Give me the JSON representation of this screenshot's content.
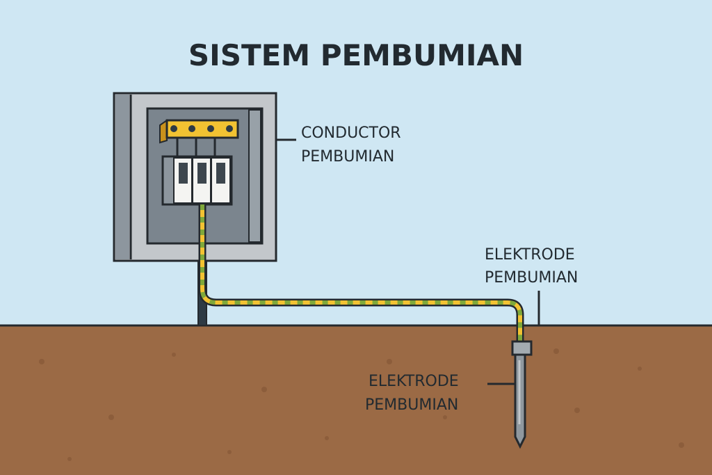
{
  "title": "SISTEM PEMBUMIAN",
  "labels": {
    "conductor": [
      "CONDUCTOR",
      "PEMBUMIAN"
    ],
    "electrode_top": [
      "ELEKTRODE",
      "PEMBUMIAN"
    ],
    "electrode_bottom": [
      "ELEKTRODE",
      "PEMBUMIAN"
    ]
  },
  "colors": {
    "sky": "#cfe7f3",
    "ground": "#9b6a45",
    "busbar": "#f2c232",
    "wire_green": "#7fa83a",
    "outline": "#24292e"
  }
}
